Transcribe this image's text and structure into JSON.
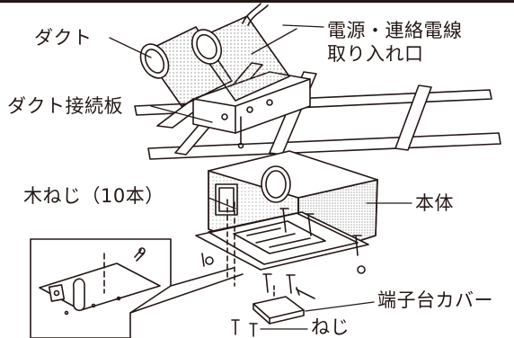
{
  "labels": {
    "duct": "ダクト",
    "power_inlet_line1": "電源・連絡電線",
    "power_inlet_line2": "取り入れ口",
    "duct_connection_plate": "ダクト接続板",
    "wood_screws": "木ねじ（10本）",
    "main_body": "本体",
    "terminal_cover": "端子台カバー",
    "screw": "ねじ"
  },
  "colors": {
    "line": "#231815",
    "background": "#ffffff",
    "dots": "#8c8c8c"
  }
}
